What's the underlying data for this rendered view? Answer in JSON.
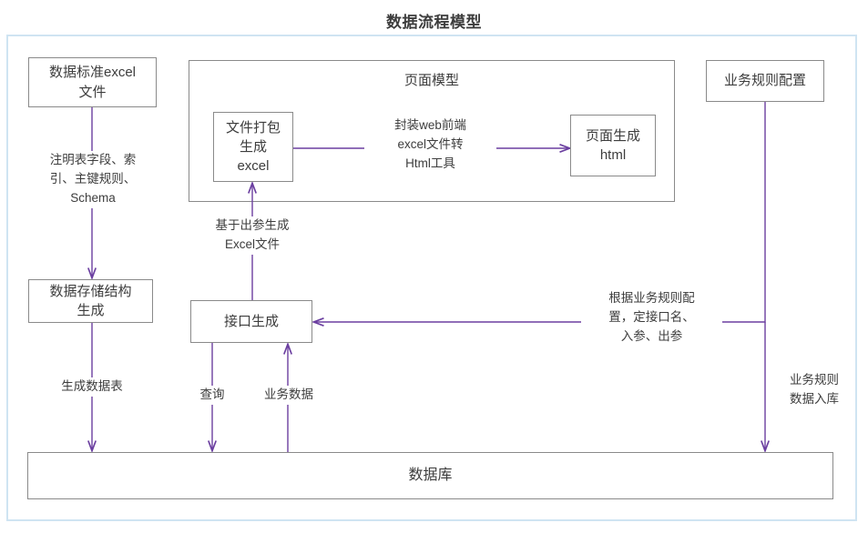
{
  "diagram": {
    "title": "数据流程模型",
    "accent_color": "#6b3fa0",
    "box_border_color": "#8a8a8a",
    "frame_color": "#cfe4f2",
    "text_color": "#3d3d3d"
  },
  "nodes": {
    "data_standard_excel": "数据标准excel\n文件",
    "data_storage_struct": "数据存储结构\n生成",
    "interface_gen": "接口生成",
    "file_pack_excel": "文件打包\n生成\nexcel",
    "page_gen_html": "页面生成\nhtml",
    "business_rule_config": "业务规则配置",
    "database": "数据库"
  },
  "groups": {
    "page_model": "页面模型"
  },
  "edge_labels": {
    "schema_rules": "注明表字段、索\n引、主键规则、\nSchema",
    "gen_data_table": "生成数据表",
    "based_on_output_excel": "基于出参生成\nExcel文件",
    "query": "查询",
    "business_data": "业务数据",
    "wrap_web_tool": "封装web前端\nexcel文件转\nHtml工具",
    "by_business_rule": "根据业务规则配\n置，定接口名、\n入参、出参",
    "business_rule_to_db": "业务规则\n数据入库"
  }
}
